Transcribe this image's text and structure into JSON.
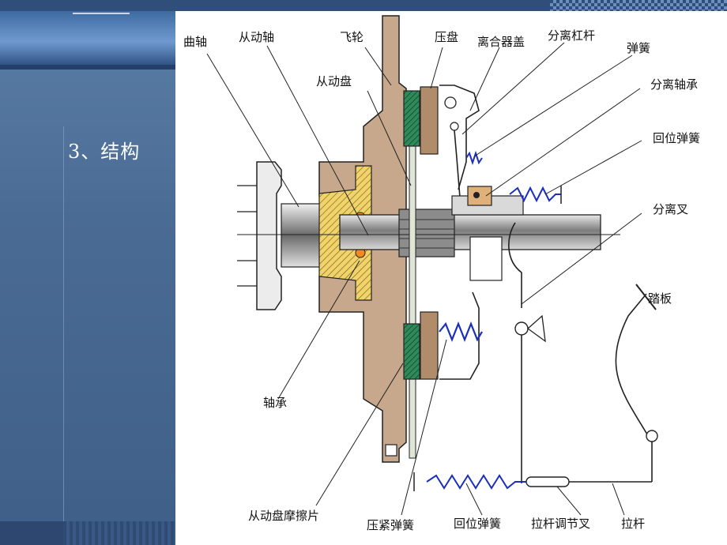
{
  "slide": {
    "section_title": "3、结构"
  },
  "labels": {
    "crankshaft": "曲轴",
    "driven_shaft": "从动轴",
    "flywheel": "飞轮",
    "pressure_plate": "压盘",
    "clutch_cover": "离合器盖",
    "release_lever": "分离杠杆",
    "spring": "弹簧",
    "driven_plate": "从动盘",
    "release_bearing": "分离轴承",
    "return_spring_top": "回位弹簧",
    "release_fork": "分离叉",
    "pedal": "踏板",
    "bearing": "轴承",
    "friction_lining": "从动盘摩擦片",
    "compression_spring": "压紧弹簧",
    "return_spring_bottom": "回位弹簧",
    "rod_adjust_fork": "拉杆调节叉",
    "pull_rod": "拉杆"
  },
  "colors": {
    "panel": "#4a6b94",
    "flywheel": "#c8a88c",
    "friction": "#2f8a5a",
    "pressure_plate": "#b08c6a",
    "bearing_yellow": "#f1d36a",
    "spring_blue": "#1a2fbf",
    "shaft_gray": "#9a9a9a"
  }
}
